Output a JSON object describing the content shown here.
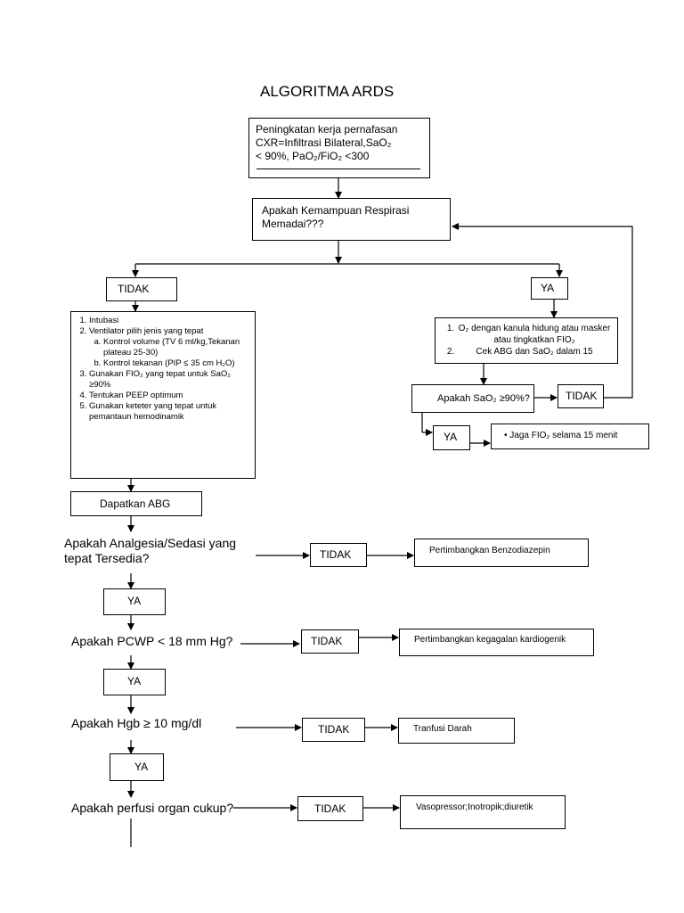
{
  "title": "ALGORITMA ARDS",
  "start": {
    "line1": "Peningkatan kerja pernafasan",
    "line2": "CXR=Infiltrasi Bilateral,SaO₂",
    "line3": "< 90%, PaO₂/FiO₂ <300"
  },
  "respirasi_question": {
    "line1": "Apakah Kemampuan Respirasi",
    "line2": "Memadai???"
  },
  "tidak_main": "TIDAK",
  "ya_main": "YA",
  "intervensi": {
    "item1": "Intubasi",
    "item2": "Ventilator pilih jenis yang tepat",
    "item2a": "Kontrol volume (TV 6 ml/kg,Tekanan plateau 25-30)",
    "item2b": "Kontrol tekanan (PIP ≤ 35 cm H₂O)",
    "item3": "Gunakan FIO₂ yang tepat untuk SaO₂ ≥90%",
    "item4": "Tentukan PEEP optimum",
    "item5": "Gunakan keteter yang tepat untuk pemantaun hemodinamik"
  },
  "oksigen": {
    "item1": "O₂ dengan kanula hidung atau masker atau tingkatkan FIO₂",
    "item2": "Cek ABG dan SaO₂ dalam 15"
  },
  "sao2_question": "Apakah SaO₂ ≥90%?",
  "sao2_tidak": "TIDAK",
  "sao2_ya": "YA",
  "jaga": "Jaga FIO₂ selama 15 menit",
  "abg": "Dapatkan ABG",
  "q_analgesia": {
    "line1": "Apakah Analgesia/Sedasi yang",
    "line2": "tepat Tersedia?"
  },
  "analgesia_tidak": "TIDAK",
  "analgesia_action": "Pertimbangkan Benzodiazepin",
  "analgesia_ya": "YA",
  "q_pcwp": "Apakah PCWP < 18 mm Hg?",
  "pcwp_tidak": "TIDAK",
  "pcwp_action": "Pertimbangkan kegagalan kardiogenik",
  "pcwp_ya": "YA",
  "q_hgb": "Apakah Hgb ≥ 10 mg/dl",
  "hgb_tidak": "TIDAK",
  "hgb_action": "Tranfusi Darah",
  "hgb_ya": "YA",
  "q_perfusi": "Apakah perfusi organ cukup?",
  "perfusi_tidak": "TIDAK",
  "perfusi_action": "Vasopressor;Inotropik;diuretik"
}
